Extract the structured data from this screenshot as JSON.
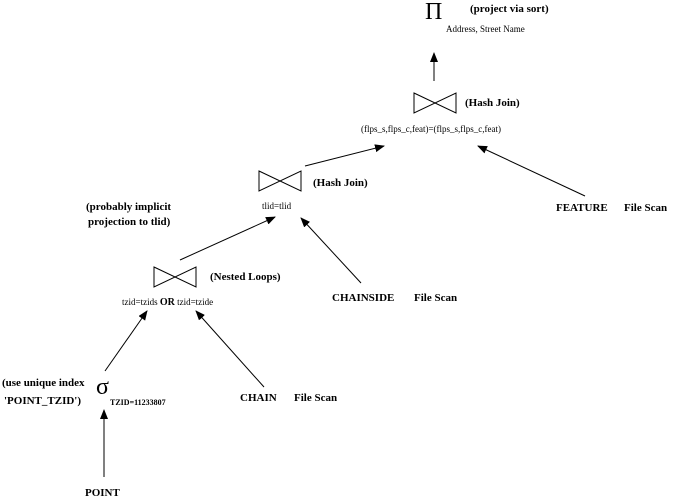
{
  "nodes": {
    "project": {
      "symbol": "Π",
      "note": "(project via sort)",
      "attributes": "Address, Street Name"
    },
    "hash_join_top": {
      "name": "(Hash Join)",
      "condition": "(flps_s,flps_c,feat)=(flps_s,flps_c,feat)"
    },
    "hash_join_mid": {
      "name": "(Hash Join)",
      "condition": "tlid=tlid",
      "note_line1": "(probably implicit",
      "note_line2": "projection to tlid)"
    },
    "nested_loops": {
      "name": "(Nested Loops)",
      "condition_left": "tzid=tzids",
      "condition_op": "OR",
      "condition_right": "tzid=tzide"
    },
    "select": {
      "symbol": "σ",
      "condition": "TZID=11233807",
      "note_line1": "(use unique index",
      "note_line2": "'POINT_TZID')"
    },
    "feature": {
      "table": "FEATURE",
      "scan": "File Scan"
    },
    "chainside": {
      "table": "CHAINSIDE",
      "scan": "File Scan"
    },
    "chain": {
      "table": "CHAIN",
      "scan": "File Scan"
    },
    "point": {
      "table": "POINT"
    }
  }
}
